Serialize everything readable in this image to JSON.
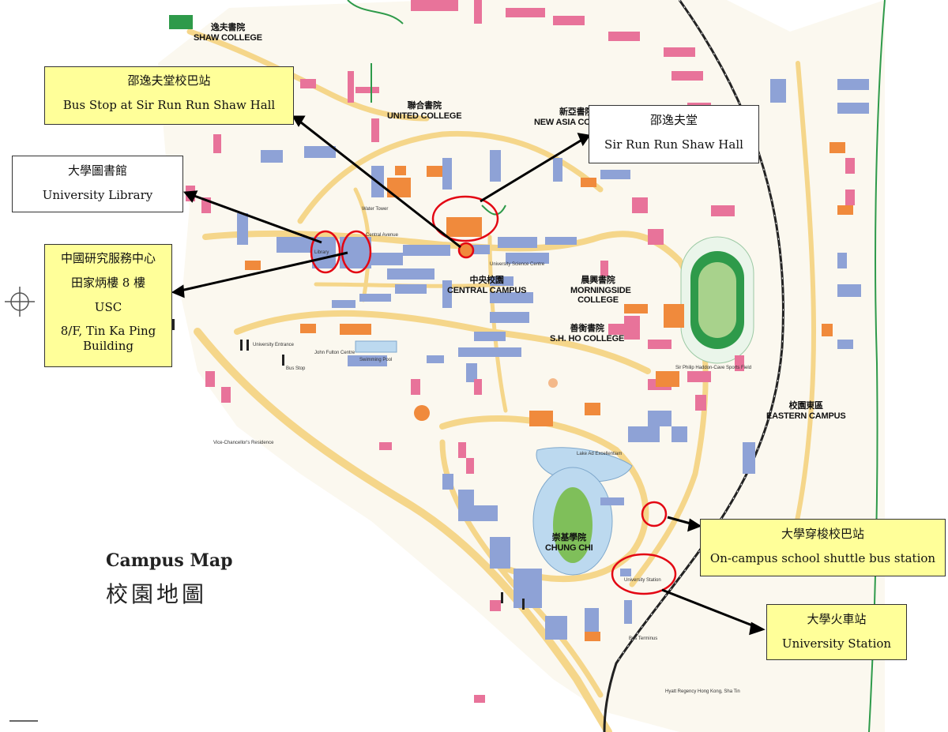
{
  "map": {
    "title_en": "Campus Map",
    "title_zh": "校園地圖",
    "colleges": [
      {
        "zh": "逸夫書院",
        "en": "SHAW COLLEGE"
      },
      {
        "zh": "聯合書院",
        "en": "UNITED COLLEGE"
      },
      {
        "zh": "新亞書院",
        "en": "NEW ASIA COLLEGE"
      },
      {
        "zh": "中央校園",
        "en": "CENTRAL CAMPUS"
      },
      {
        "zh": "晨興書院",
        "en": "MORNINGSIDE COLLEGE"
      },
      {
        "zh": "善衡書院",
        "en": "S.H. HO COLLEGE"
      },
      {
        "zh": "校園東區",
        "en": "EASTERN CAMPUS"
      },
      {
        "zh": "崇基學院",
        "en": "CHUNG CHI"
      }
    ],
    "place_labels": {
      "library": "Library",
      "central_avenue": "Central Avenue",
      "university_science_centre": "University Science Centre",
      "university_station": "University Station",
      "bus_terminus": "Bus Terminus",
      "swimming_pool": "Swimming Pool",
      "university_entrance": "University Entrance",
      "bus_stop": "Bus Stop",
      "vc_residence": "Vice-Chancellor's Residence",
      "water_tower": "Water Tower",
      "lake": "Lake Ad Excellentiam",
      "john_fulton": "John Fulton Centre",
      "sir_philip": "Sir Philip Haddon-Cave Sports Field",
      "hyatt": "Hyatt Regency Hong Kong, Sha Tin"
    }
  },
  "callouts": {
    "bus_stop_hall": {
      "zh": "邵逸夫堂校巴站",
      "en": "Bus Stop at Sir Run Run Shaw Hall"
    },
    "library": {
      "zh": "大學圖書館",
      "en": "University Library"
    },
    "usc": {
      "line1": "中國研究服務中心",
      "line2": "田家炳樓 8 樓",
      "line3": "USC",
      "line4": "8/F, Tin Ka Ping Building"
    },
    "hall": {
      "zh": "邵逸夫堂",
      "en": "Sir Run Run Shaw Hall"
    },
    "shuttle": {
      "zh": "大學穿梭校巴站",
      "en": "On-campus school shuttle bus station"
    },
    "station": {
      "zh": "大學火車站",
      "en": "University Station"
    }
  },
  "colors": {
    "road": "#f5d68a",
    "building_blue": "#8ea2d6",
    "building_pink": "#e8739a",
    "building_orange": "#f08a3c",
    "green": "#2e9a4a",
    "highlight_red": "#e30613",
    "callout_yellow": "#ffff99",
    "water": "#bcd9ef"
  }
}
